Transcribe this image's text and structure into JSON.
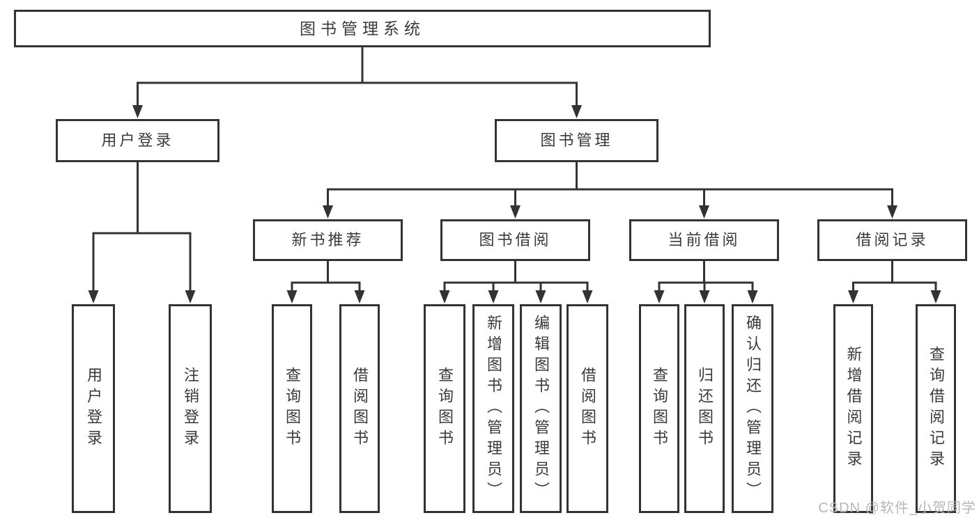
{
  "tree": {
    "label": "图书管理系统",
    "children": [
      {
        "label": "用户登录",
        "children": [
          {
            "label": "用户登录"
          },
          {
            "label": "注销登录"
          }
        ]
      },
      {
        "label": "图书管理",
        "children": [
          {
            "label": "新书推荐",
            "children": [
              {
                "label": "查询图书"
              },
              {
                "label": "借阅图书"
              }
            ]
          },
          {
            "label": "图书借阅",
            "children": [
              {
                "label": "查询图书"
              },
              {
                "label": "新增图书（管理员）"
              },
              {
                "label": "编辑图书（管理员）"
              },
              {
                "label": "借阅图书"
              }
            ]
          },
          {
            "label": "当前借阅",
            "children": [
              {
                "label": "查询图书"
              },
              {
                "label": "归还图书"
              },
              {
                "label": "确认归还（管理员）"
              }
            ]
          },
          {
            "label": "借阅记录",
            "children": [
              {
                "label": "新增借阅记录"
              },
              {
                "label": "查询借阅记录"
              }
            ]
          }
        ]
      }
    ]
  },
  "watermark": {
    "text": "CSDN @软件_小贺同学"
  },
  "colors": {
    "line": "#333333",
    "text": "#3a3a3a",
    "background": "#ffffff",
    "watermark": "#b7b7b7"
  }
}
